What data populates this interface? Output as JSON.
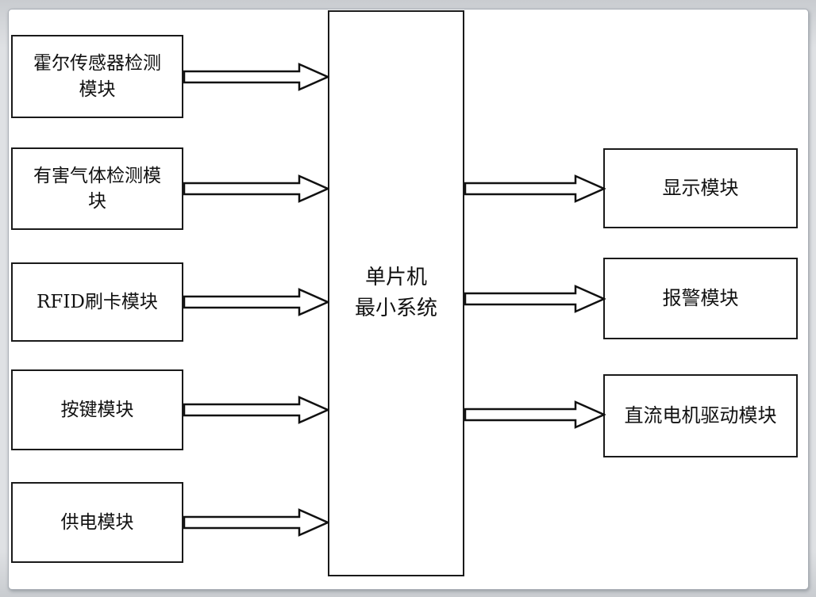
{
  "diagram": {
    "type": "block-diagram",
    "left_modules": [
      {
        "label": "霍尔传感器检测\n模块"
      },
      {
        "label": "有害气体检测模\n块"
      },
      {
        "label": "RFID刷卡模块"
      },
      {
        "label": "按键模块"
      },
      {
        "label": "供电模块"
      }
    ],
    "center_module": {
      "label": "单片机\n最小系统"
    },
    "right_modules": [
      {
        "label": "显示模块"
      },
      {
        "label": "报警模块"
      },
      {
        "label": "直流电机驱动模块"
      }
    ],
    "connections": [
      {
        "from": "霍尔传感器检测模块",
        "to": "单片机最小系统"
      },
      {
        "from": "有害气体检测模块",
        "to": "单片机最小系统"
      },
      {
        "from": "RFID刷卡模块",
        "to": "单片机最小系统"
      },
      {
        "from": "按键模块",
        "to": "单片机最小系统"
      },
      {
        "from": "供电模块",
        "to": "单片机最小系统"
      },
      {
        "from": "单片机最小系统",
        "to": "显示模块"
      },
      {
        "from": "单片机最小系统",
        "to": "报警模块"
      },
      {
        "from": "单片机最小系统",
        "to": "直流电机驱动模块"
      }
    ],
    "colors": {
      "box_border": "#1a1a1a",
      "box_fill": "#ffffff",
      "arrow_fill": "#ffffff",
      "arrow_stroke": "#111111",
      "page_background": "#ffffff",
      "frame_background": "#dfe1e4"
    }
  }
}
